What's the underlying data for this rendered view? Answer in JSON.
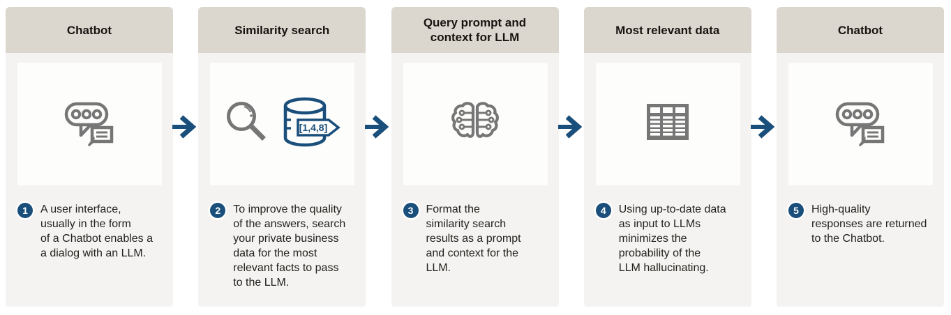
{
  "diagram": {
    "name": "chatbot-llm-similarity-search-flow",
    "colors": {
      "accent_blue": "#1a4e7b",
      "header_beige": "#dbd7cf",
      "card_body_gray": "#f4f3f1",
      "icon_panel_white": "#fdfdfc",
      "icon_gray": "#767676",
      "text_dark": "#24211e"
    },
    "steps": [
      {
        "number": "1",
        "title": "Chatbot",
        "icons": [
          "chat-bubbles-icon"
        ],
        "description_lines": [
          "A user interface,",
          "usually in the form",
          "of a Chatbot enables a",
          "a dialog  with an LLM."
        ]
      },
      {
        "number": "2",
        "title": "Similarity search",
        "icons": [
          "magnifier-icon",
          "vector-database-icon"
        ],
        "db_tag": "[1,4,8]",
        "description_lines": [
          "To improve the quality",
          "of the answers, search",
          "your private business",
          "data for the most",
          "relevant facts to pass",
          "to the LLM."
        ]
      },
      {
        "number": "3",
        "title": "Query prompt and context for LLM",
        "icons": [
          "brain-circuit-icon"
        ],
        "description_lines": [
          "Format the",
          "similarity search",
          "results as a prompt",
          "and context for the",
          "LLM."
        ]
      },
      {
        "number": "4",
        "title": "Most relevant data",
        "icons": [
          "data-table-icon"
        ],
        "description_lines": [
          "Using up-to-date data",
          "as input to LLMs",
          "minimizes the",
          "probability of the",
          "LLM hallucinating."
        ]
      },
      {
        "number": "5",
        "title": "Chatbot",
        "icons": [
          "chat-bubbles-icon"
        ],
        "description_lines": [
          "High-quality",
          "responses are returned",
          "to the Chatbot."
        ]
      }
    ]
  }
}
